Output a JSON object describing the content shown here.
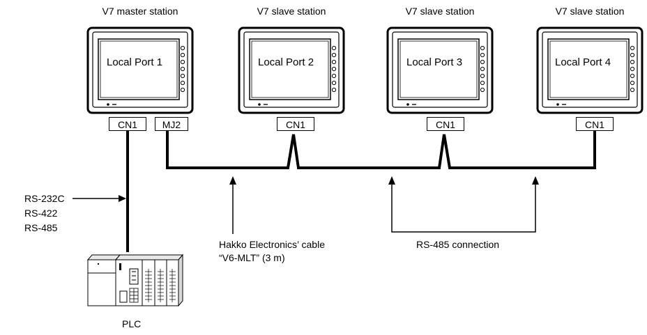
{
  "stations": [
    {
      "title": "V7 master station",
      "screen_label": "Local Port 1",
      "connectors": [
        "CN1",
        "MJ2"
      ]
    },
    {
      "title": "V7 slave station",
      "screen_label": "Local Port 2",
      "connectors": [
        "CN1"
      ]
    },
    {
      "title": "V7 slave station",
      "screen_label": "Local Port 3",
      "connectors": [
        "CN1"
      ]
    },
    {
      "title": "V7 slave station",
      "screen_label": "Local Port 4",
      "connectors": [
        "CN1"
      ]
    }
  ],
  "protocols": [
    "RS-232C",
    "RS-422",
    "RS-485"
  ],
  "cable": {
    "line1": "Hakko Electronics’ cable",
    "line2": "“V6-MLT” (3 m)"
  },
  "rs485_label": "RS-485 connection",
  "plc_label": "PLC"
}
